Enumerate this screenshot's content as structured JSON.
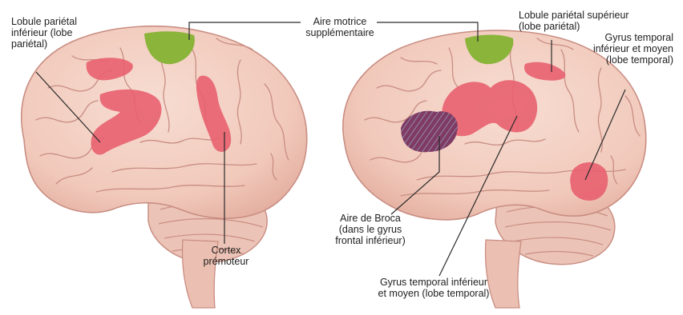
{
  "colors": {
    "background": "#ffffff",
    "brain_tissue": "#f3cfc2",
    "gyrus_fold": "#c98e83",
    "cerebellum": "#ecc4b7",
    "activation_red": "#e8606f",
    "motor_green": "#8ab43a",
    "broca_purple": "#7f3b63",
    "leader_line": "#2a2a2a",
    "label_text": "#1e1e1e"
  },
  "labels": {
    "left_parietal": "Lobule pariétal\ninférieur (lobe\npariétal)",
    "supplementary_motor": "Aire motrice\nsupplémentaire",
    "premotor": "Cortex\nprémoteur",
    "right_parietal": "Lobule pariétal supérieur\n(lobe pariétal)",
    "right_temporal_upper": "Gyrus temporal\ninférieur et moyen\n(lobe temporal)",
    "broca": "Aire de Broca\n(dans le gyrus\nfrontal inférieur)",
    "bottom_temporal": "Gyrus temporal inférieur\net moyen (lobe temporal)"
  }
}
